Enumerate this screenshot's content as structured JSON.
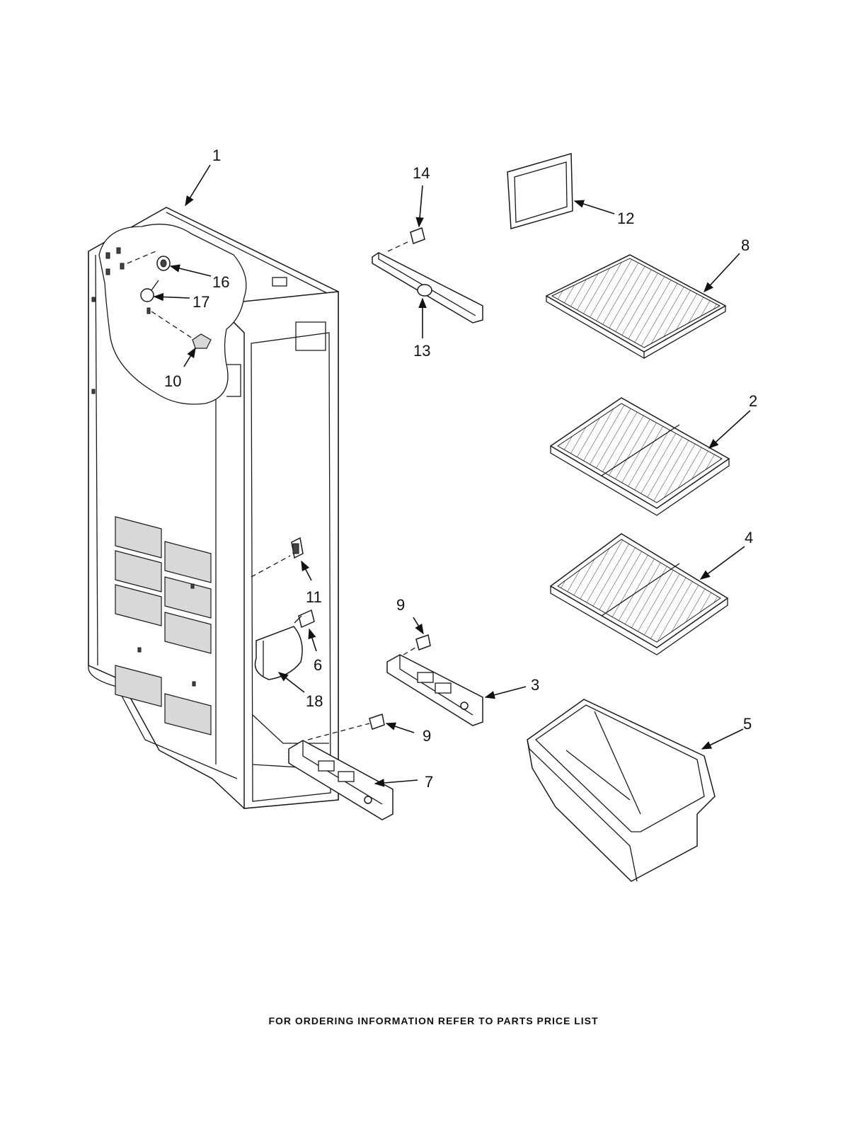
{
  "footer_text": "FOR ORDERING INFORMATION REFER TO PARTS PRICE LIST",
  "callouts": [
    {
      "id": "c1",
      "label": "1"
    },
    {
      "id": "c14",
      "label": "14"
    },
    {
      "id": "c12",
      "label": "12"
    },
    {
      "id": "c8",
      "label": "8"
    },
    {
      "id": "c16",
      "label": "16"
    },
    {
      "id": "c17",
      "label": "17"
    },
    {
      "id": "c13",
      "label": "13"
    },
    {
      "id": "c10",
      "label": "10"
    },
    {
      "id": "c2",
      "label": "2"
    },
    {
      "id": "c4",
      "label": "4"
    },
    {
      "id": "c11",
      "label": "11"
    },
    {
      "id": "c9a",
      "label": "9"
    },
    {
      "id": "c6",
      "label": "6"
    },
    {
      "id": "c3",
      "label": "3"
    },
    {
      "id": "c18",
      "label": "18"
    },
    {
      "id": "c5",
      "label": "5"
    },
    {
      "id": "c9b",
      "label": "9"
    },
    {
      "id": "c7",
      "label": "7"
    }
  ]
}
